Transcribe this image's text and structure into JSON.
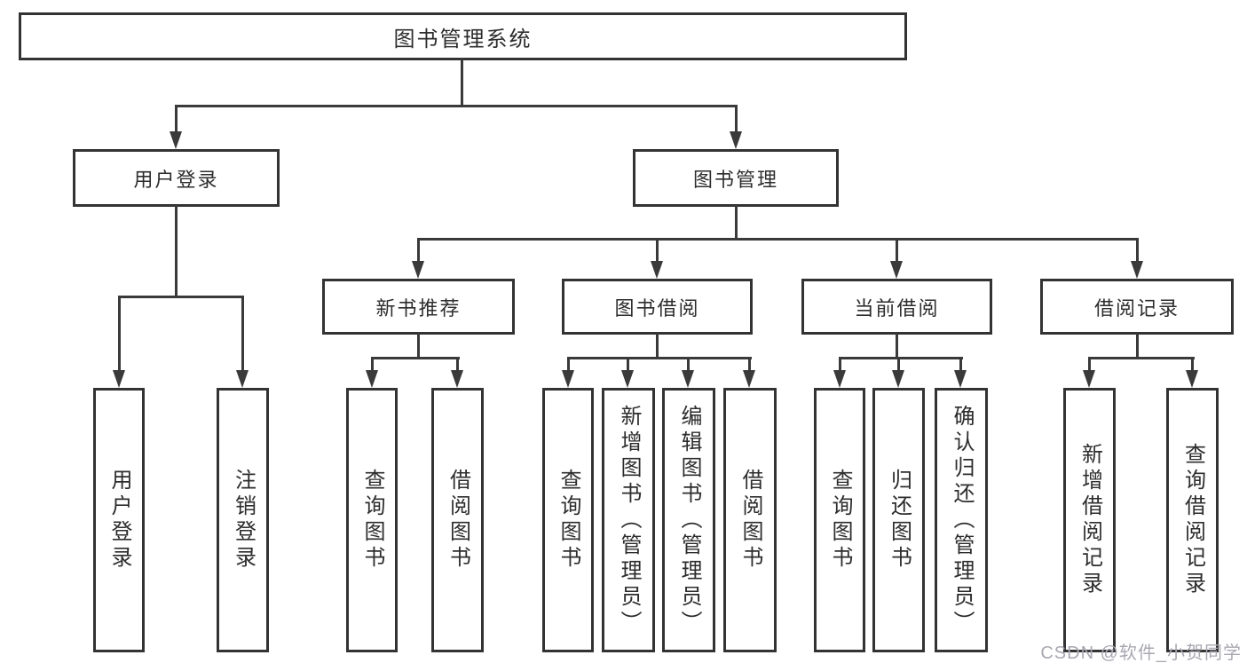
{
  "tree": {
    "label": "图书管理系统",
    "children": [
      {
        "label": "用户登录",
        "children": [
          {
            "label": "用户登录"
          },
          {
            "label": "注销登录"
          }
        ]
      },
      {
        "label": "图书管理",
        "children": [
          {
            "label": "新书推荐",
            "children": [
              {
                "label": "查询图书"
              },
              {
                "label": "借阅图书"
              }
            ]
          },
          {
            "label": "图书借阅",
            "children": [
              {
                "label": "查询图书"
              },
              {
                "label": "新增图书（管理员）"
              },
              {
                "label": "编辑图书（管理员）"
              },
              {
                "label": "借阅图书"
              }
            ]
          },
          {
            "label": "当前借阅",
            "children": [
              {
                "label": "查询图书"
              },
              {
                "label": "归还图书"
              },
              {
                "label": "确认归还（管理员）"
              }
            ]
          },
          {
            "label": "借阅记录",
            "children": [
              {
                "label": "新增借阅记录"
              },
              {
                "label": "查询借阅记录"
              }
            ]
          }
        ]
      }
    ]
  },
  "watermark": {
    "text": "CSDN @软件_小贺同学"
  },
  "colors": {
    "line": "#3a3a3a",
    "border": "#333333",
    "text": "#2d2d2d",
    "background": "#ffffff",
    "watermark": "#a8a8b2"
  }
}
